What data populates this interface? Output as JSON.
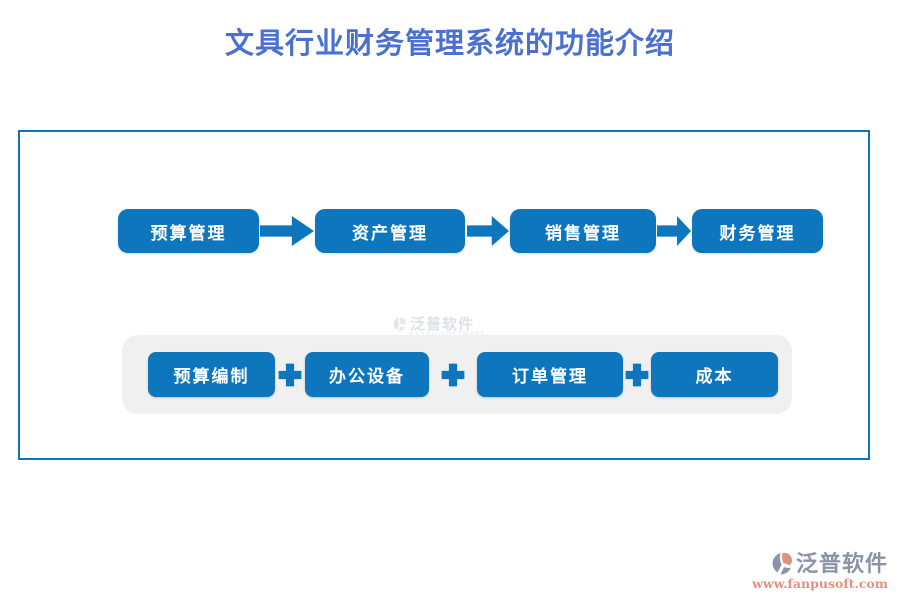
{
  "title": "文具行业财务管理系统的功能介绍",
  "flow": {
    "items": [
      "预算管理",
      "资产管理",
      "销售管理",
      "财务管理"
    ]
  },
  "details": {
    "items": [
      "预算编制",
      "办公设备",
      "订单管理",
      "成本"
    ]
  },
  "watermark": {
    "name": "泛普软件",
    "subtitle": "FANPU SOFTWARE"
  },
  "brand": {
    "name": "泛普软件",
    "website": "www.fanpusoft.com"
  },
  "colors": {
    "button_blue": "#0d76bc",
    "title_blue": "#4a70d0",
    "frame_border": "#1273b6",
    "panel_gray": "#f0f0f0",
    "brand_gray": "#8b93a4",
    "brand_salmon": "#e2907f"
  }
}
